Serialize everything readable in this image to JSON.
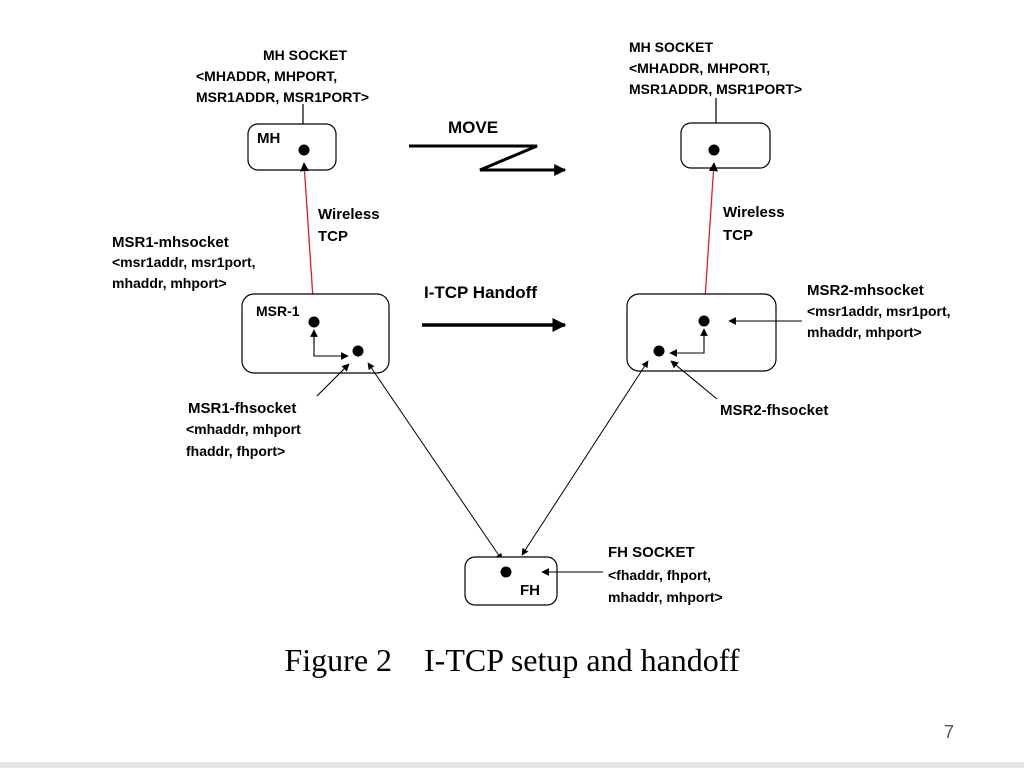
{
  "diagram": {
    "mh_socket_left": [
      "MH SOCKET",
      "<MHADDR, MHPORT,",
      "MSR1ADDR, MSR1PORT>"
    ],
    "mh_socket_right": [
      "MH SOCKET",
      "<MHADDR, MHPORT,",
      "MSR1ADDR, MSR1PORT>"
    ],
    "mh_label": "MH",
    "move_label": "MOVE",
    "wireless_left": [
      "Wireless",
      "TCP"
    ],
    "wireless_right": [
      "Wireless",
      "TCP"
    ],
    "msr1_mhsocket": [
      "MSR1-mhsocket",
      "<msr1addr, msr1port,",
      "mhaddr, mhport>"
    ],
    "msr1_label": "MSR-1",
    "handoff_label": "I-TCP Handoff",
    "msr2_mhsocket": [
      "MSR2-mhsocket",
      "<msr1addr, msr1port,",
      "mhaddr, mhport>"
    ],
    "msr1_fhsocket": [
      "MSR1-fhsocket",
      "<mhaddr, mhport",
      "fhaddr, fhport>"
    ],
    "msr2_fhsocket": "MSR2-fhsocket",
    "fh_label": "FH",
    "fh_socket": [
      "FH SOCKET",
      "<fhaddr, fhport,",
      "mhaddr, mhport>"
    ],
    "wireless_link_color": "#e02020"
  },
  "caption": "Figure 2    I-TCP setup and handoff",
  "page_number": "7"
}
